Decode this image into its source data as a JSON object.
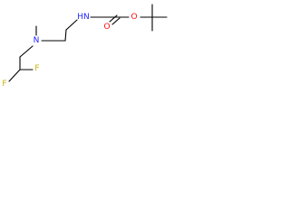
{
  "colors": {
    "bond": "#000000",
    "N": "#2323ff",
    "O": "#ff0d0d",
    "F": "#c8b400"
  },
  "atoms": {
    "nh": "HN",
    "n_tertiary": "N",
    "o_carbonyl": "O",
    "o_ester": "O",
    "f1": "F",
    "f2": "F"
  }
}
